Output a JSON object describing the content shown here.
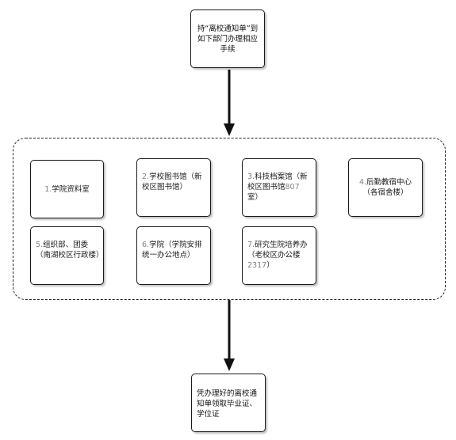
{
  "diagram": {
    "top_box": {
      "text": "持“离校通知单”到如下部门办理相应手续"
    },
    "departments": [
      {
        "num": "1.",
        "text": "学院资料室"
      },
      {
        "num": "2.",
        "text": "学校图书馆（新校区图书馆）"
      },
      {
        "num": "3.",
        "text": "科技档案馆（新校区图书馆",
        "extra": "807",
        "text2": "室）"
      },
      {
        "num": "4.",
        "text": "后勤教宿中心（各宿舍楼）"
      },
      {
        "num": "5.",
        "text": "组织部、团委（南湖校区行政楼）"
      },
      {
        "num": "6.",
        "text": "学院（学院安排统一办公地点）"
      },
      {
        "num": "7.",
        "text": "研究生院培养办（老校区办公楼",
        "extra": "2317",
        "text2": "）"
      }
    ],
    "bottom_box": {
      "text": "凭办理好的离校通知单领取毕业证、学位证"
    }
  },
  "colors": {
    "line": "#1a1a1a",
    "number_text": "#808080"
  }
}
